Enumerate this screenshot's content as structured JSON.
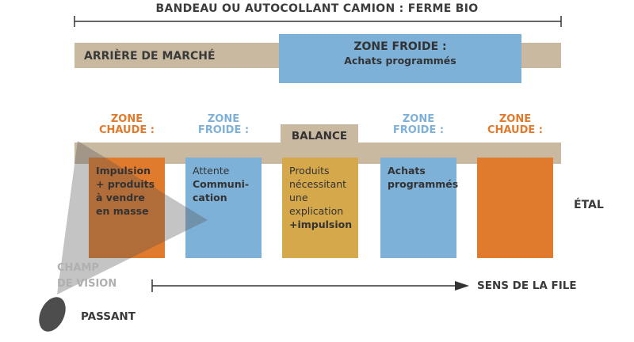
{
  "title": "BANDEAU OU AUTOCOLLANT CAMION : FERME BIO",
  "arriere": "ARRIÈRE DE MARCHÉ",
  "zone_froide_top": {
    "l1": "ZONE FROIDE :",
    "l2": "Achats programmés"
  },
  "zones": [
    {
      "l1": "ZONE",
      "l2": "CHAUDE :"
    },
    {
      "l1": "ZONE",
      "l2": "FROIDE :"
    },
    {
      "l1": "BALANCE"
    },
    {
      "l1": "ZONE",
      "l2": "FROIDE :"
    },
    {
      "l1": "ZONE",
      "l2": "CHAUDE :"
    }
  ],
  "cards": {
    "c1": "Impulsion + produits à vendre en masse",
    "c2_l1": "Attente",
    "c2_l2": "Communi-",
    "c2_l3": "cation",
    "c3_l1": "Produits",
    "c3_l2": "nécessitant",
    "c3_l3": "une",
    "c3_l4": "explication",
    "c3_l5": "+impulsion",
    "c4_l1": "Achats",
    "c4_l2": "programmés"
  },
  "etal": "ÉTAL",
  "champ_l1": "CHAMP",
  "champ_l2": "DE VISION",
  "sens": "SENS DE LA FILE",
  "passant": "PASSANT",
  "colors": {
    "hot": "#e07a2c",
    "cold": "#7eb1d8",
    "tan": "#c9b9a1",
    "balance": "#d6a84c"
  }
}
